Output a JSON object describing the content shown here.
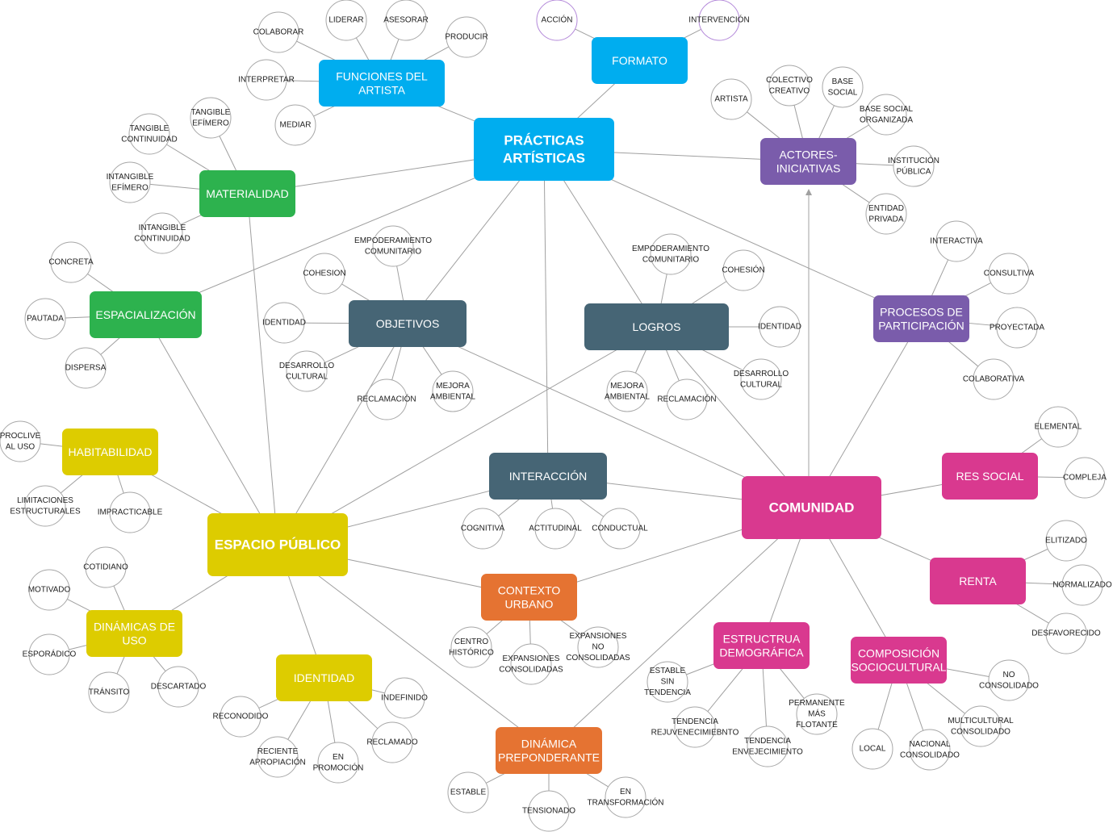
{
  "colors": {
    "cyan": "#00adef",
    "green": "#2db24e",
    "slate": "#466575",
    "purple": "#7a5cab",
    "magenta": "#d9398f",
    "yellow": "#ddcc00",
    "orange": "#e57332",
    "edge": "#a0a0a0",
    "leaf_border": "#a7a7a7",
    "leaf_border_purple": "#b388d9"
  },
  "nodes": {
    "practicas": {
      "lines": [
        "PRÁCTICAS",
        "ARTÍSTICAS"
      ],
      "color": "cyan"
    },
    "funciones": {
      "lines": [
        "FUNCIONES DEL",
        "ARTISTA"
      ],
      "color": "cyan"
    },
    "formato": {
      "lines": [
        "FORMATO"
      ],
      "color": "cyan"
    },
    "materialidad": {
      "lines": [
        "MATERIALIDAD"
      ],
      "color": "green"
    },
    "espacializacion": {
      "lines": [
        "ESPACIALIZACIÓN"
      ],
      "color": "green"
    },
    "objetivos": {
      "lines": [
        "OBJETIVOS"
      ],
      "color": "slate"
    },
    "logros": {
      "lines": [
        "LOGROS"
      ],
      "color": "slate"
    },
    "interaccion": {
      "lines": [
        "INTERACCIÓN"
      ],
      "color": "slate"
    },
    "actores": {
      "lines": [
        "ACTORES-",
        "INICIATIVAS"
      ],
      "color": "purple"
    },
    "procesos": {
      "lines": [
        "PROCESOS DE",
        "PARTICIPACIÓN"
      ],
      "color": "purple"
    },
    "comunidad": {
      "lines": [
        "COMUNIDAD"
      ],
      "color": "magenta"
    },
    "ressocial": {
      "lines": [
        "RES SOCIAL"
      ],
      "color": "magenta"
    },
    "renta": {
      "lines": [
        "RENTA"
      ],
      "color": "magenta"
    },
    "estructura": {
      "lines": [
        "ESTRUCTRUA",
        "DEMOGRÁFICA"
      ],
      "color": "magenta"
    },
    "composicion": {
      "lines": [
        "COMPOSICIÓN",
        "SOCIOCULTURAL"
      ],
      "color": "magenta"
    },
    "espacio": {
      "lines": [
        "ESPACIO PÚBLICO"
      ],
      "color": "yellow"
    },
    "habitabilidad": {
      "lines": [
        "HABITABILIDAD"
      ],
      "color": "yellow"
    },
    "dinamicas": {
      "lines": [
        "DINÁMICAS DE",
        "USO"
      ],
      "color": "yellow"
    },
    "identidad": {
      "lines": [
        "IDENTIDAD"
      ],
      "color": "yellow"
    },
    "contexto": {
      "lines": [
        "CONTEXTO",
        "URBANO"
      ],
      "color": "orange"
    },
    "dinamica_pre": {
      "lines": [
        "DINÁMICA",
        "PREPONDERANTE"
      ],
      "color": "orange"
    }
  },
  "leaves": {
    "f_colaborar": [
      "COLABORAR"
    ],
    "f_liderar": [
      "LIDERAR"
    ],
    "f_asesorar": [
      "ASESORAR"
    ],
    "f_producir": [
      "PRODUCIR"
    ],
    "f_interpretar": [
      "INTERPRETAR"
    ],
    "f_mediar": [
      "MEDIAR"
    ],
    "fo_accion": [
      "ACCIÓN"
    ],
    "fo_intervencion": [
      "INTERVENCIÓN"
    ],
    "m_tangible_efimero": [
      "TANGIBLE",
      "EFÍMERO"
    ],
    "m_tangible_continuidad": [
      "TANGIBLE",
      "CONTINUIDAD"
    ],
    "m_intangible_efimero": [
      "INTANGIBLE",
      "EFÍMERO"
    ],
    "m_intangible_continuidad": [
      "INTANGIBLE",
      "CONTINUIDAD"
    ],
    "e_concreta": [
      "CONCRETA"
    ],
    "e_pautada": [
      "PAUTADA"
    ],
    "e_dispersa": [
      "DISPERSA"
    ],
    "o_empoderamiento": [
      "EMPODERAMIENTO",
      "COMUNITARIO"
    ],
    "o_cohesion": [
      "COHESION"
    ],
    "o_identidad": [
      "IDENTIDAD"
    ],
    "o_desarrollo": [
      "DESARROLLO",
      "CULTURAL"
    ],
    "o_reclamacion": [
      "RECLAMACIÓN"
    ],
    "o_mejora": [
      "MEJORA",
      "AMBIENTAL"
    ],
    "l_empoderamiento": [
      "EMPODERAMIENTO",
      "COMUNITARIO"
    ],
    "l_cohesion": [
      "COHESIÓN"
    ],
    "l_identidad": [
      "IDENTIDAD"
    ],
    "l_desarrollo": [
      "DESARROLLO",
      "CULTURAL"
    ],
    "l_reclamacion": [
      "RECLAMACIÓN"
    ],
    "l_mejora": [
      "MEJORA",
      "AMBIENTAL"
    ],
    "a_artista": [
      "ARTISTA"
    ],
    "a_colectivo": [
      "COLECTIVO",
      "CREATIVO"
    ],
    "a_base_social": [
      "BASE",
      "SOCIAL"
    ],
    "a_base_organizada": [
      "BASE SOCIAL",
      "ORGANIZADA"
    ],
    "a_institucion": [
      "INSTITUCIÓN",
      "PÚBLICA"
    ],
    "a_entidad": [
      "ENTIDAD",
      "PRIVADA"
    ],
    "p_interactiva": [
      "INTERACTIVA"
    ],
    "p_consultiva": [
      "CONSULTIVA"
    ],
    "p_proyectada": [
      "PROYECTADA"
    ],
    "p_colaborativa": [
      "COLABORATIVA"
    ],
    "r_elemental": [
      "ELEMENTAL"
    ],
    "r_compleja": [
      "COMPLEJA"
    ],
    "re_elitizado": [
      "ELITIZADO"
    ],
    "re_normalizado": [
      "NORMALIZADO"
    ],
    "re_desfavorecido": [
      "DESFAVORECIDO"
    ],
    "h_proclive": [
      "PROCLIVE",
      "AL USO"
    ],
    "h_limitaciones": [
      "LIMITACIONES",
      "ESTRUCTURALES"
    ],
    "h_impracticable": [
      "IMPRACTICABLE"
    ],
    "i_cognitiva": [
      "COGNITIVA"
    ],
    "i_actitudinal": [
      "ACTITUDINAL"
    ],
    "i_conductual": [
      "CONDUCTUAL"
    ],
    "d_cotidiano": [
      "COTIDIANO"
    ],
    "d_motivado": [
      "MOTIVADO"
    ],
    "d_esporadico": [
      "ESPORÁDICO"
    ],
    "d_transito": [
      "TRÁNSITO"
    ],
    "d_descartado": [
      "DESCARTADO"
    ],
    "id_indefinido": [
      "INDEFINIDO"
    ],
    "id_reconocido": [
      "RECONODIDO"
    ],
    "id_reclamado": [
      "RECLAMADO"
    ],
    "id_reciente": [
      "RECIENTE",
      "APROPIACIÓN"
    ],
    "id_promocion": [
      "EN",
      "PROMOCIÓN"
    ],
    "c_centro": [
      "CENTRO",
      "HISTÓRICO"
    ],
    "c_consolidadas": [
      "EXPANSIONES",
      "CONSOLIDADAS"
    ],
    "c_no_consolidadas": [
      "EXPANSIONES",
      "NO",
      "CONSOLIDADAS"
    ],
    "dp_estable": [
      "ESTABLE"
    ],
    "dp_tensionado": [
      "TENSIONADO"
    ],
    "dp_transformacion": [
      "EN",
      "TRANSFORMACIÓN"
    ],
    "es_estable": [
      "ESTABLE",
      "SIN",
      "TENDENCIA"
    ],
    "es_permanente": [
      "PERMANENTE",
      "MÁS",
      "FLOTANTE"
    ],
    "es_rejuvenecimiento": [
      "TENDENCIA",
      "REJUVENECIMIEBNTO"
    ],
    "es_envejecimiento": [
      "TENDENCIA",
      "ENVEJECIMIENTO"
    ],
    "cs_no_consolidado": [
      "NO",
      "CONSOLIDADO"
    ],
    "cs_multicultural": [
      "MULTICULTURAL",
      "CONSOLIDADO"
    ],
    "cs_nacional": [
      "NACIONAL",
      "CONSOLIDADO"
    ],
    "cs_local": [
      "LOCAL"
    ]
  }
}
